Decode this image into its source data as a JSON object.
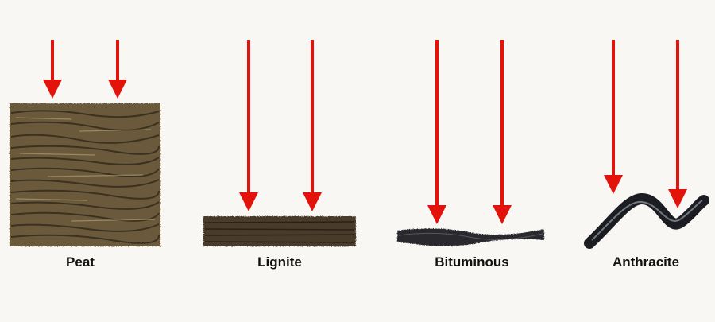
{
  "colors": {
    "background": "#f8f7f4",
    "arrow": "#e3120b",
    "peat": "#6b5a3a",
    "lignite": "#4a3a2a",
    "bituminous": "#2a2a2e",
    "anthracite": "#1b1d22"
  },
  "stages": [
    {
      "label": "Peat"
    },
    {
      "label": "Lignite"
    },
    {
      "label": "Bituminous"
    },
    {
      "label": "Anthracite"
    }
  ]
}
